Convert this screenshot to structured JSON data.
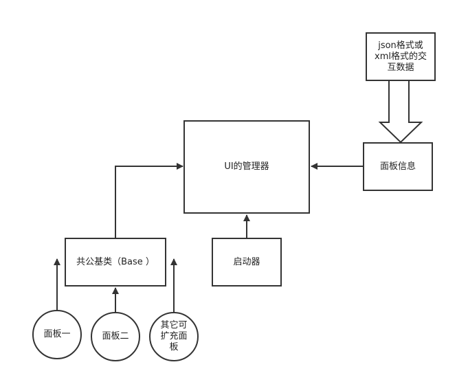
{
  "nodes": {
    "data_source": {
      "lines": [
        "json格式或",
        "xml格式的交",
        "互数据"
      ]
    },
    "ui_manager": {
      "label": "UI的管理器"
    },
    "panel_info": {
      "label": "面板信息"
    },
    "base_class": {
      "label": "共公基类（Base ）"
    },
    "launcher": {
      "label": "启动器"
    },
    "panel_one": {
      "label": "面板一"
    },
    "panel_two": {
      "label": "面板二"
    },
    "other_panels": {
      "lines": [
        "其它可",
        "扩充面",
        "板"
      ]
    }
  },
  "colors": {
    "stroke": "#333333",
    "background": "#ffffff"
  }
}
